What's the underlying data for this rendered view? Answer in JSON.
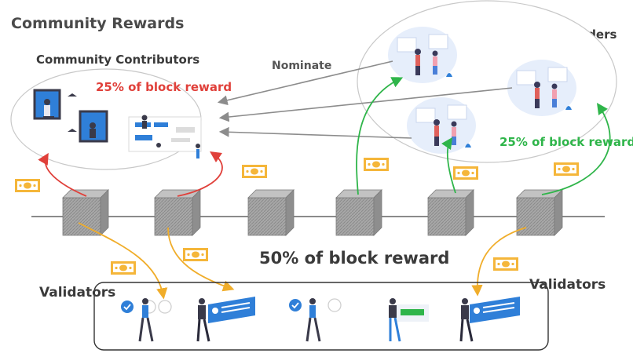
{
  "title": "Community Rewards",
  "contributors_heading": "Community Contributors",
  "token_holders_heading": "Token Holders",
  "nominate_label": "Nominate",
  "contributors_reward": "25% of block reward",
  "holders_reward": "25% of block reward",
  "validators_reward": "50% of block reward",
  "validators_label_left": "Validators",
  "validators_label_right": "Validators",
  "colors": {
    "red": "#e0403a",
    "green": "#2fb54a",
    "orange": "#f0ad2a",
    "gray_arrow": "#8c8c8c",
    "blue": "#2f7fd8",
    "block": "#9a9a9a"
  },
  "icons": [
    "money-bill-icon",
    "block-cube-icon",
    "person-illustration"
  ]
}
